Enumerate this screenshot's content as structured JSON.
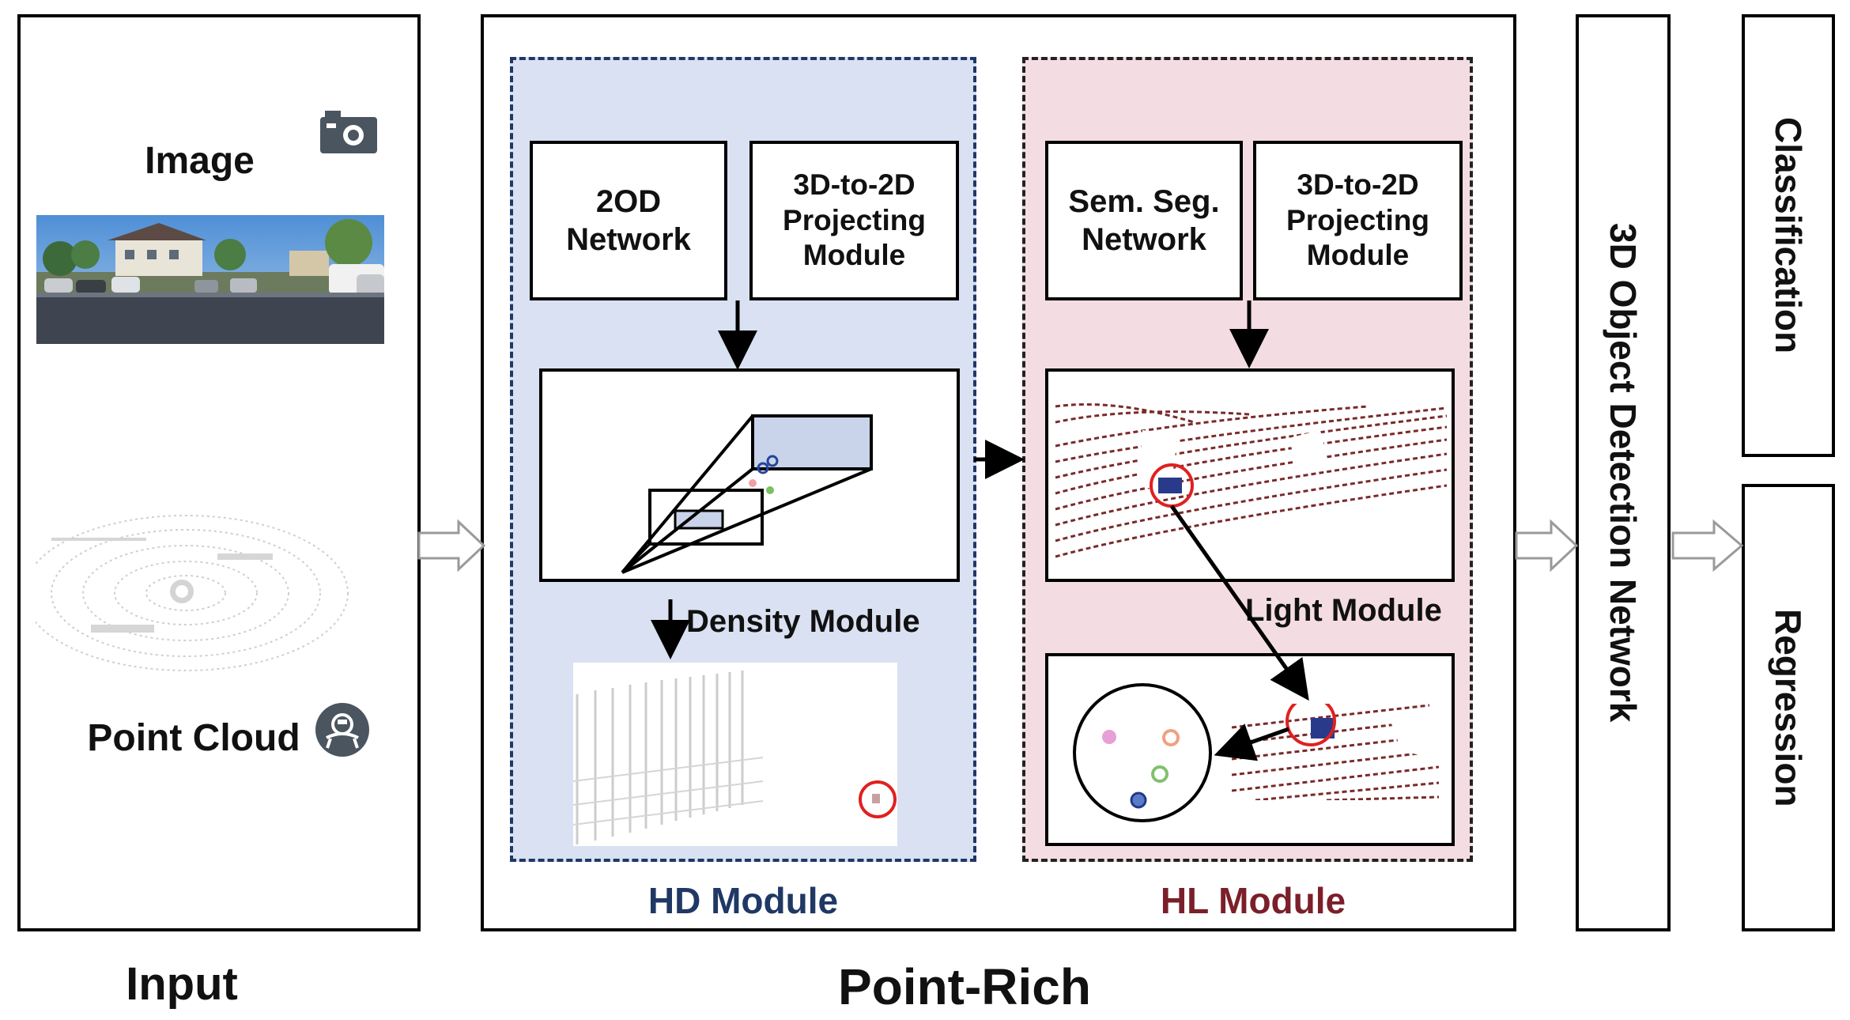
{
  "input": {
    "image_label": "Image",
    "point_cloud_label": "Point Cloud",
    "caption": "Input"
  },
  "point_rich": {
    "caption": "Point-Rich",
    "hd": {
      "title": "HD Module",
      "box1": "2OD Network",
      "box2": "3D-to-2D Projecting Module",
      "density_label": "Density Module"
    },
    "hl": {
      "title": "HL Module",
      "box1": "Sem. Seg. Network",
      "box2": "3D-to-2D Projecting Module",
      "light_label": "Light Module"
    }
  },
  "detection": {
    "label": "3D Object Detection Network"
  },
  "outputs": {
    "classification": "Classification",
    "regression": "Regression"
  },
  "colors": {
    "hd_fill": "#d9e1f2",
    "hd_border": "#1f3864",
    "hd_title": "#1f3864",
    "hl_fill": "#f4dde2",
    "hl_title": "#7b1f2a",
    "highlight": "#e02020",
    "lidar_point": "#7a2a2a",
    "camera_icon": "#4a5560"
  },
  "icons": [
    "camera-icon",
    "lidar-sensor-icon",
    "hollow-arrow-icon"
  ]
}
